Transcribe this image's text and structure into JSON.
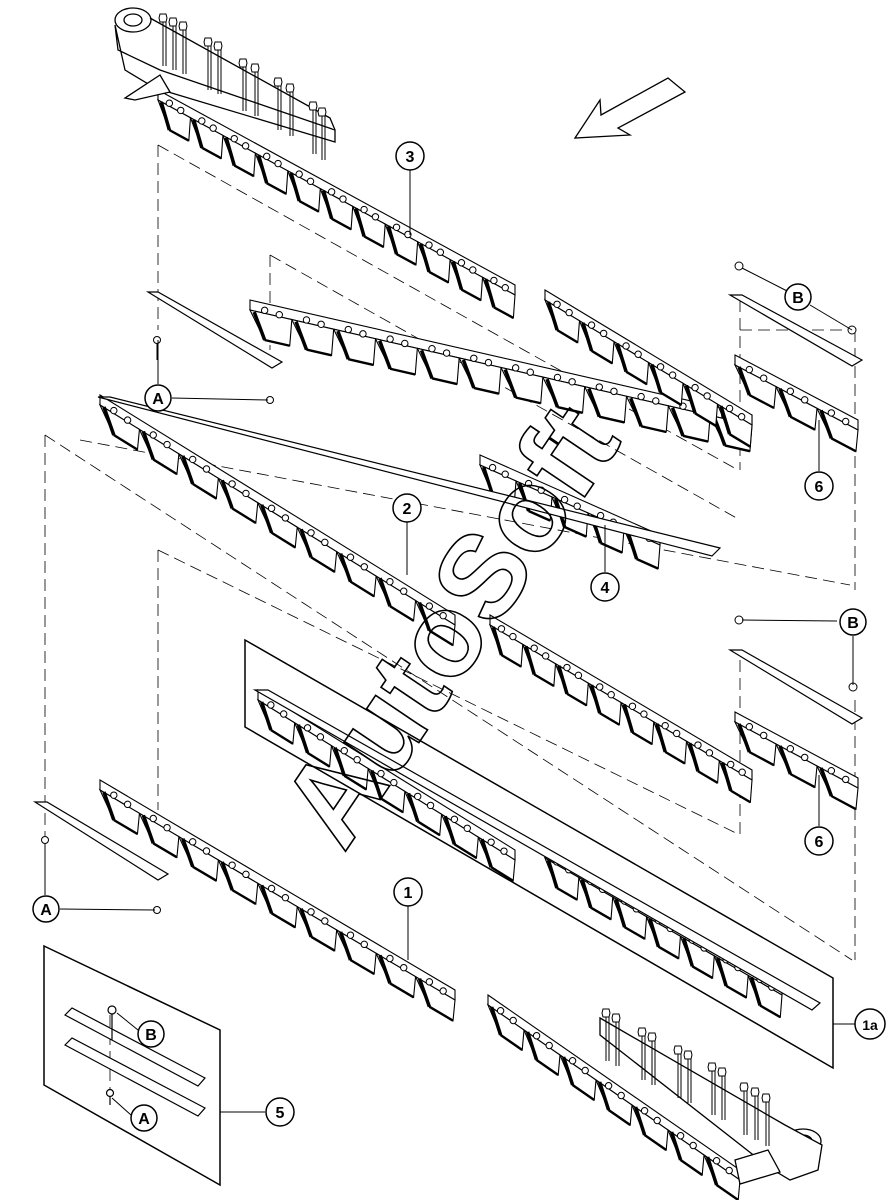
{
  "watermark": "AutoSoft",
  "callouts": {
    "c1": "1",
    "c1a": "1a",
    "c2": "2",
    "c3": "3",
    "c4": "4",
    "c5": "5",
    "c6a": "6",
    "c6b": "6",
    "a1": "A",
    "a2": "A",
    "a3": "A",
    "b1": "B",
    "b2": "B",
    "b3": "B"
  },
  "colors": {
    "line": "#000000",
    "blade": "#ffffff",
    "shade": "#111111"
  }
}
